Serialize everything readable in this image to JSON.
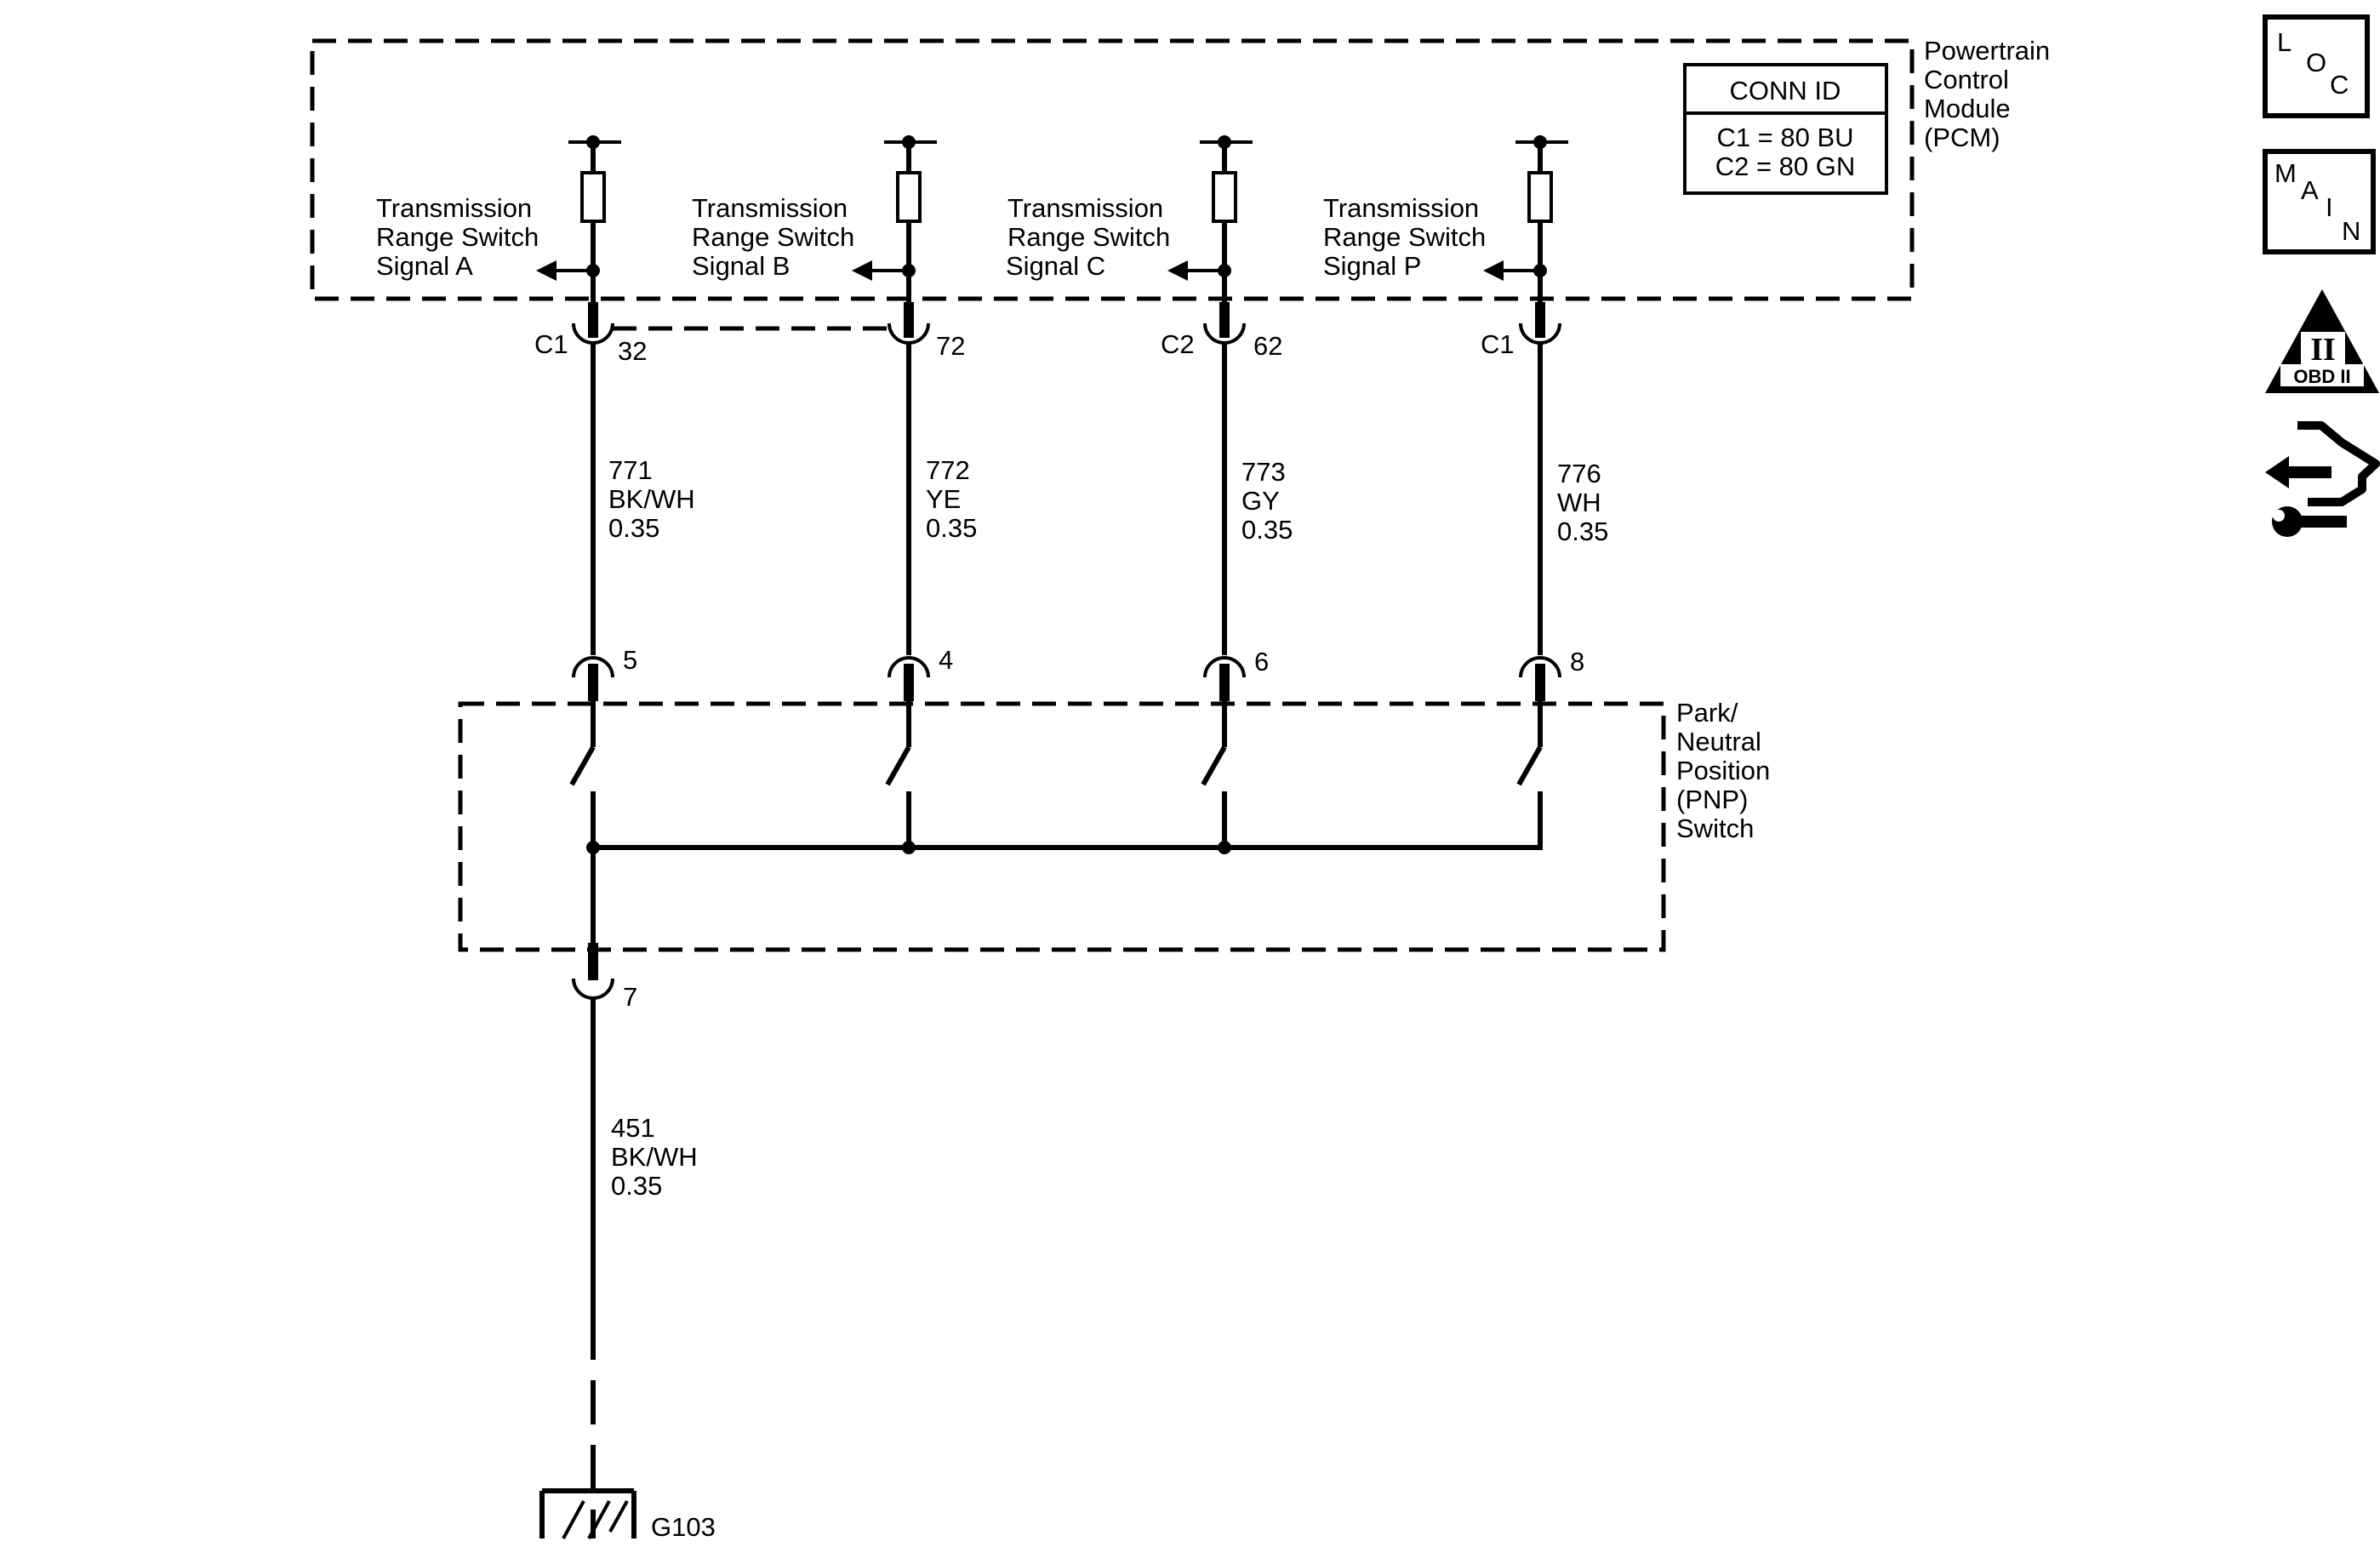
{
  "pcm": {
    "name_lines": [
      "Powertrain",
      "Control",
      "Module",
      "(PCM)"
    ],
    "conn_id": {
      "title": "CONN ID",
      "lines": [
        "C1 = 80 BU",
        "C2 = 80 GN"
      ]
    },
    "signals": [
      {
        "lines": [
          "Transmission",
          "Range Switch",
          "Signal A"
        ]
      },
      {
        "lines": [
          "Transmission",
          "Range Switch",
          "Signal B"
        ]
      },
      {
        "lines": [
          "Transmission",
          "Range Switch",
          "Signal C"
        ]
      },
      {
        "lines": [
          "Transmission",
          "Range Switch",
          "Signal P"
        ]
      }
    ],
    "connectors": [
      {
        "conn": "C1",
        "pin": "32"
      },
      {
        "conn": "",
        "pin": "72"
      },
      {
        "conn": "C2",
        "pin": "62"
      },
      {
        "conn": "C1",
        "pin": ""
      }
    ]
  },
  "wires": [
    {
      "circuit": "771",
      "color": "BK/WH",
      "size": "0.35"
    },
    {
      "circuit": "772",
      "color": "YE",
      "size": "0.35"
    },
    {
      "circuit": "773",
      "color": "GY",
      "size": "0.35"
    },
    {
      "circuit": "776",
      "color": "WH",
      "size": "0.35"
    }
  ],
  "pnp": {
    "name_lines": [
      "Park/",
      "Neutral",
      "Position",
      "(PNP)",
      "Switch"
    ],
    "pins": [
      "5",
      "4",
      "6",
      "8"
    ],
    "ground_pin": "7"
  },
  "ground_wire": {
    "circuit": "451",
    "color": "BK/WH",
    "size": "0.35"
  },
  "ground": {
    "label": "G103"
  },
  "side_icons": {
    "loc": {
      "letters": [
        "L",
        "O",
        "C"
      ]
    },
    "main": {
      "letters": [
        "M",
        "A",
        "I",
        "N"
      ]
    },
    "obd": {
      "numeral": "II",
      "label": "OBD II"
    },
    "tool": {
      "name": "wrench-icon"
    }
  }
}
